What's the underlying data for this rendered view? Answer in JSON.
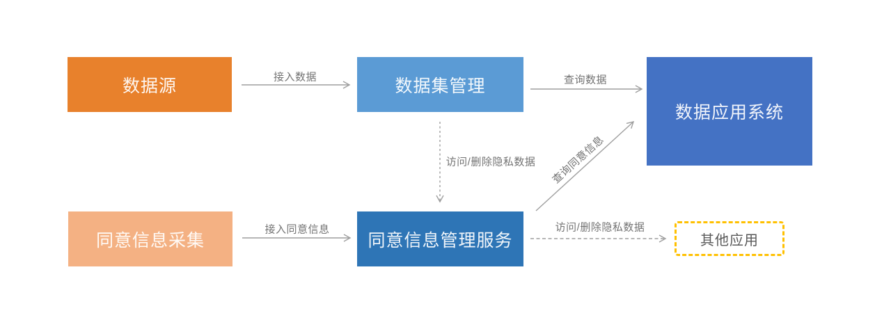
{
  "diagram": {
    "title": "data-privacy-consent-flow",
    "colors": {
      "line": "#9e9e9e",
      "edge_label": "#737373",
      "dashed_border": "#FFC000"
    },
    "nodes": [
      {
        "id": "data-source",
        "label": "数据源",
        "color": "#E8812C",
        "text_color": "rgba(255,255,255,0.93)"
      },
      {
        "id": "dataset-management",
        "label": "数据集管理",
        "color": "#5B9BD5",
        "text_color": "rgba(255,255,255,0.93)"
      },
      {
        "id": "data-application-system",
        "label": "数据应用系统",
        "color": "#4472C4",
        "text_color": "rgba(255,255,255,0.93)"
      },
      {
        "id": "consent-collection",
        "label": "同意信息采集",
        "color": "#F4B183",
        "text_color": "rgba(255,255,255,0.93)"
      },
      {
        "id": "consent-management-service",
        "label": "同意信息管理服务",
        "color": "#2E75B6",
        "text_color": "rgba(255,255,255,0.93)"
      },
      {
        "id": "other-applications",
        "label": "其他应用",
        "color": "#ffffff",
        "border_color": "#FFC000",
        "text_color": "#595959"
      }
    ],
    "edges": [
      {
        "from": "data-source",
        "to": "dataset-management",
        "label": "接入数据",
        "style": "solid"
      },
      {
        "from": "dataset-management",
        "to": "data-application-system",
        "label": "查询数据",
        "style": "solid"
      },
      {
        "from": "dataset-management",
        "to": "consent-management-service",
        "label": "访问/删除隐私数据",
        "style": "dashed"
      },
      {
        "from": "consent-management-service",
        "to": "data-application-system",
        "label": "查询同意信息",
        "style": "solid"
      },
      {
        "from": "consent-collection",
        "to": "consent-management-service",
        "label": "接入同意信息",
        "style": "solid"
      },
      {
        "from": "consent-management-service",
        "to": "other-applications",
        "label": "访问/删除隐私数据",
        "style": "dashed"
      }
    ]
  }
}
